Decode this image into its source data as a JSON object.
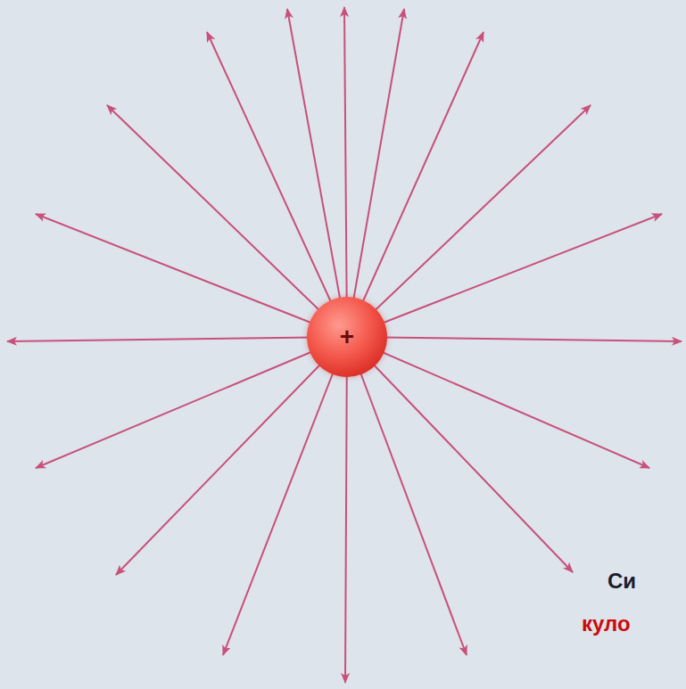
{
  "diagram": {
    "nodes": [
      {
        "text": [
          "+"
        ]
      }
    ],
    "labels": [
      "Си",
      "куло"
    ]
  }
}
